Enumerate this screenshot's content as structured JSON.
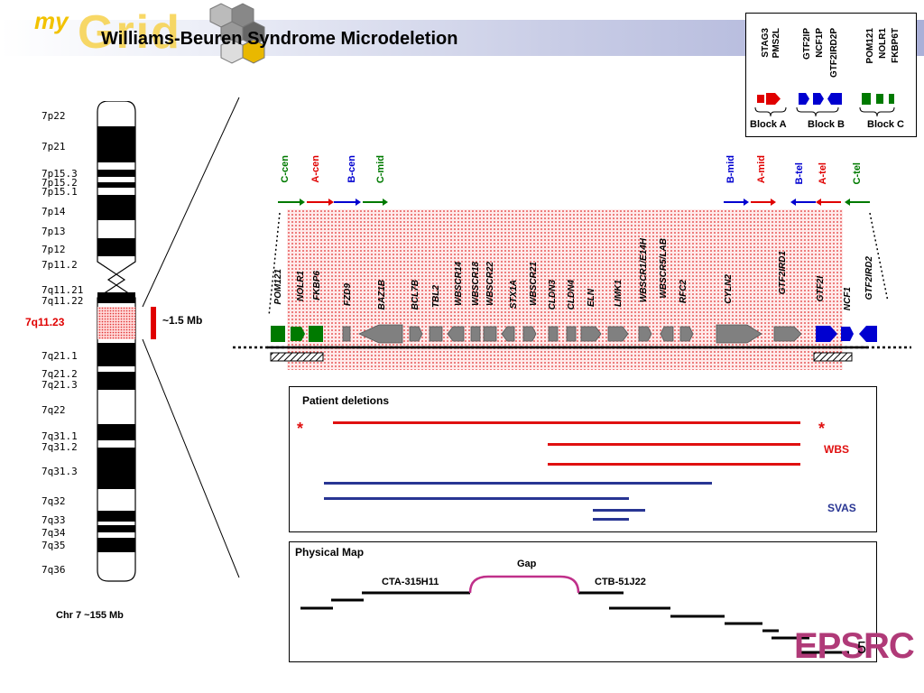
{
  "header": {
    "logo_my": "my",
    "logo_grid": "Grid",
    "title": "Williams-Beuren Syndrome Microdeletion"
  },
  "legend": {
    "block_a": {
      "genes": [
        "STAG3",
        "PMS2L"
      ],
      "label": "Block A",
      "color": "#e00000"
    },
    "block_b": {
      "genes": [
        "GTF2IP",
        "NCF1P",
        "GTF2IRD2P"
      ],
      "label": "Block B",
      "color": "#0000d0"
    },
    "block_c": {
      "genes": [
        "POM121",
        "NOLR1",
        "FKBP6T"
      ],
      "label": "Block C",
      "color": "#007a00"
    }
  },
  "chromosome": {
    "bands": [
      "7p22",
      "7p21",
      "7p15.3",
      "7p15.2",
      "7p15.1",
      "7p14",
      "7p13",
      "7p12",
      "7p11.2",
      "7q11.21",
      "7q11.22",
      "7q11.23",
      "7q21.1",
      "7q21.2",
      "7q21.3",
      "7q22",
      "7q31.1",
      "7q31.2",
      "7q31.3",
      "7q32",
      "7q33",
      "7q34",
      "7q35",
      "7q36"
    ],
    "highlight_band": "7q11.23",
    "deletion_size": "~1.5 Mb",
    "caption": "Chr 7  ~155 Mb"
  },
  "repeats": {
    "left": [
      "C-cen",
      "A-cen",
      "B-cen",
      "C-mid"
    ],
    "right": [
      "B-mid",
      "A-mid",
      "B-tel",
      "A-tel",
      "C-tel"
    ]
  },
  "genes": [
    "POM121",
    "NOLR1",
    "FKBP6",
    "FZD9",
    "BAZ1B",
    "BCL7B",
    "TBL2",
    "WBSCR14",
    "WBSCR18",
    "WBSCR22",
    "STX1A",
    "WBSCR21",
    "CLDN3",
    "CLDN4",
    "ELN",
    "LIMK1",
    "WBSCR1/E14H",
    "WBSCR5/LAB",
    "RFC2",
    "CYLN2",
    "GTF2IRD1",
    "GTF2I",
    "NCF1",
    "GTF2IRD2"
  ],
  "patient_deletions": {
    "title": "Patient deletions",
    "marker": "*",
    "wbs_label": "WBS",
    "svas_label": "SVAS",
    "wbs_color": "#e01010",
    "svas_color": "#283593"
  },
  "physical_map": {
    "title": "Physical Map",
    "gap_label": "Gap",
    "left_clone": "CTA-315H11",
    "right_clone": "CTB-51J22",
    "gap_color": "#c0308a"
  },
  "footer": {
    "funder": "EPSRC",
    "slide_number": "5"
  }
}
